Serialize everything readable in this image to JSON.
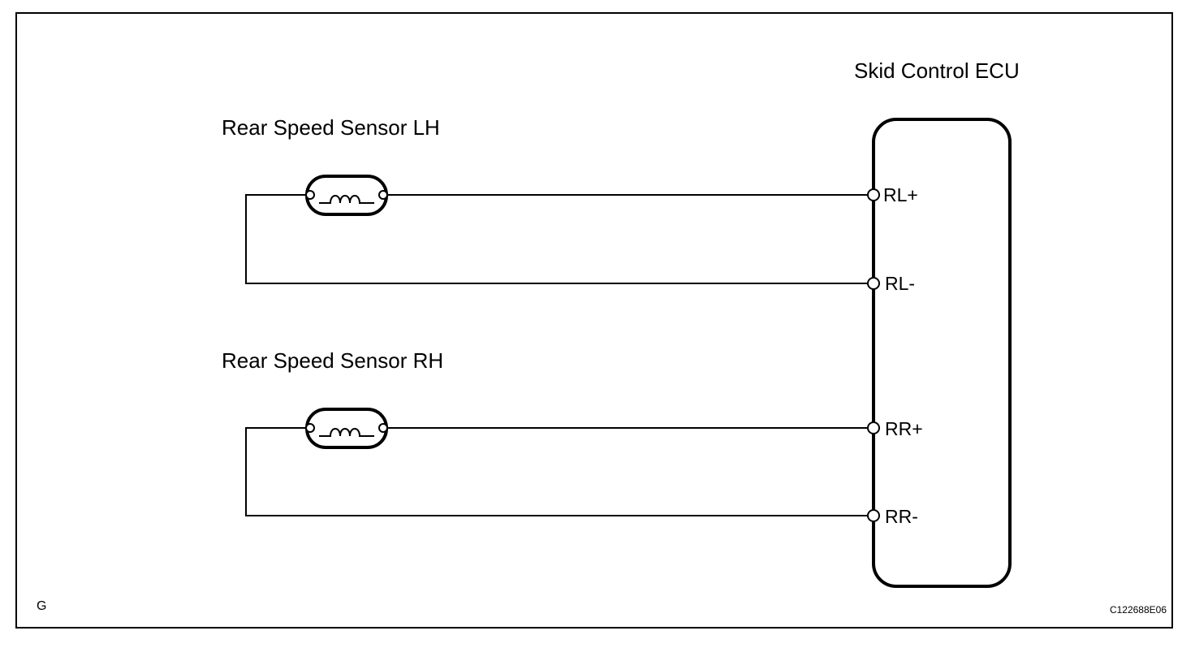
{
  "ecu": {
    "title": "Skid Control ECU"
  },
  "sensors": [
    {
      "label": "Rear Speed Sensor LH"
    },
    {
      "label": "Rear Speed Sensor RH"
    }
  ],
  "terminals": {
    "rl_plus": "RL+",
    "rl_minus": "RL-",
    "rr_plus": "RR+",
    "rr_minus": "RR-"
  },
  "corner_code": "G",
  "figure_id": "C122688E06",
  "colors": {
    "line": "#000000",
    "background": "#ffffff"
  }
}
